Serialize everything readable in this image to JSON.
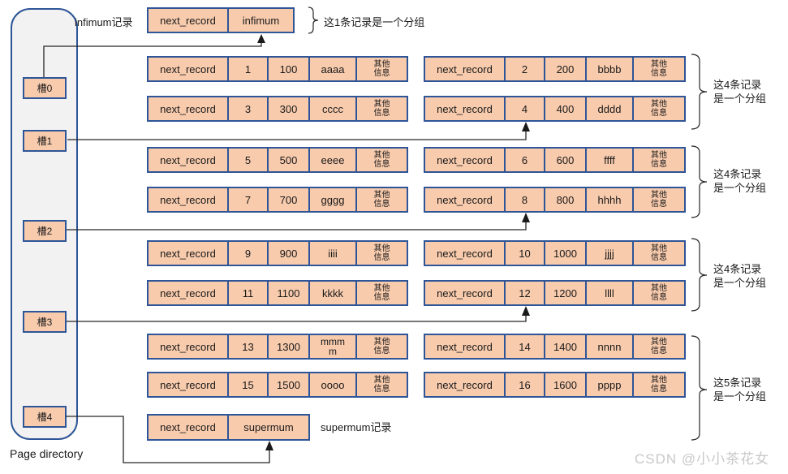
{
  "colors": {
    "record_fill": "#F8CBAD",
    "record_border": "#2E5597",
    "panel_fill": "#F2F2F2",
    "line": "#262626",
    "watermark_text": "#C8C8C8"
  },
  "page_directory": {
    "label": "Page directory",
    "slots": [
      {
        "label": "槽0"
      },
      {
        "label": "槽1"
      },
      {
        "label": "槽2"
      },
      {
        "label": "槽3"
      },
      {
        "label": "槽4"
      }
    ]
  },
  "labels": {
    "infimum_record": "infimum记录",
    "supremum_record": "supermum记录",
    "infimum_group": "这1条记录是一个分组",
    "other1": "其他",
    "other2": "信息"
  },
  "infimum_row": {
    "f": "next_record",
    "v": "infimum"
  },
  "supremum_row": {
    "f": "next_record",
    "v": "supermum"
  },
  "rows": {
    "left": [
      {
        "f": "next_record",
        "n": "1",
        "v": "100",
        "name": "aaaa"
      },
      {
        "f": "next_record",
        "n": "3",
        "v": "300",
        "name": "cccc"
      },
      {
        "f": "next_record",
        "n": "5",
        "v": "500",
        "name": "eeee"
      },
      {
        "f": "next_record",
        "n": "7",
        "v": "700",
        "name": "gggg"
      },
      {
        "f": "next_record",
        "n": "9",
        "v": "900",
        "name": "iiii"
      },
      {
        "f": "next_record",
        "n": "11",
        "v": "1100",
        "name": "kkkk"
      },
      {
        "f": "next_record",
        "n": "13",
        "v": "1300",
        "name": "mmmm"
      },
      {
        "f": "next_record",
        "n": "15",
        "v": "1500",
        "name": "oooo"
      }
    ],
    "right": [
      {
        "f": "next_record",
        "n": "2",
        "v": "200",
        "name": "bbbb"
      },
      {
        "f": "next_record",
        "n": "4",
        "v": "400",
        "name": "dddd"
      },
      {
        "f": "next_record",
        "n": "6",
        "v": "600",
        "name": "ffff"
      },
      {
        "f": "next_record",
        "n": "8",
        "v": "800",
        "name": "hhhh"
      },
      {
        "f": "next_record",
        "n": "10",
        "v": "1000",
        "name": "jjjj"
      },
      {
        "f": "next_record",
        "n": "12",
        "v": "1200",
        "name": "llll"
      },
      {
        "f": "next_record",
        "n": "14",
        "v": "1400",
        "name": "nnnn"
      },
      {
        "f": "next_record",
        "n": "16",
        "v": "1600",
        "name": "pppp"
      }
    ]
  },
  "groups": [
    {
      "line1": "这4条记录",
      "line2": "是一个分组"
    },
    {
      "line1": "这4条记录",
      "line2": "是一个分组"
    },
    {
      "line1": "这4条记录",
      "line2": "是一个分组"
    },
    {
      "line1": "这5条记录",
      "line2": "是一个分组"
    }
  ],
  "watermark": "CSDN @小小茶花女"
}
